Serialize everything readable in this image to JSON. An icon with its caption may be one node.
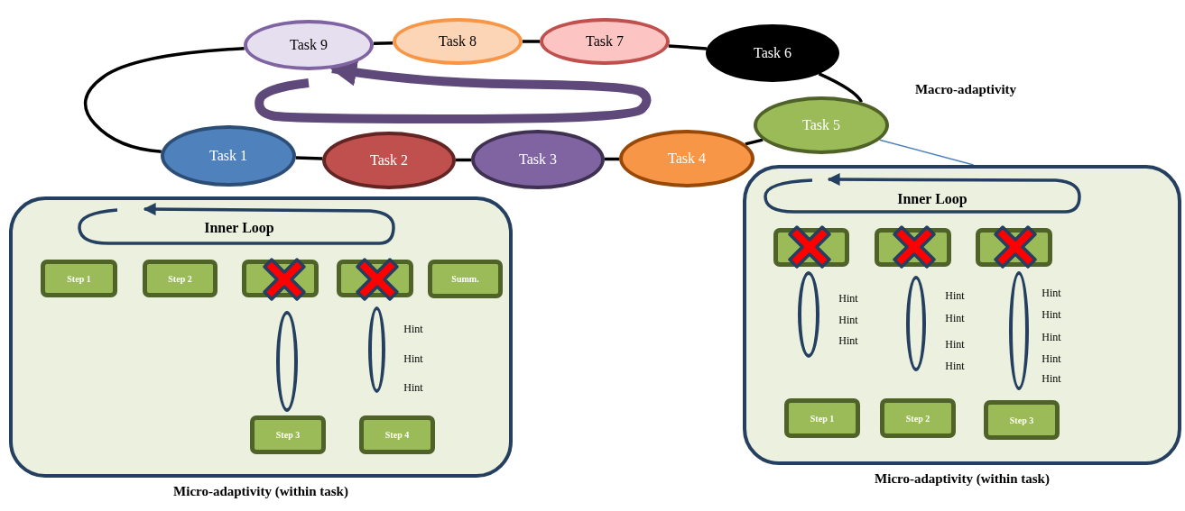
{
  "diagram": {
    "nodes": [
      {
        "text": [
          "Task 1"
        ]
      },
      {
        "text": [
          "Task 2"
        ]
      },
      {
        "text": [
          "Task 3"
        ]
      },
      {
        "text": [
          "Task 4"
        ]
      },
      {
        "text": [
          "Task 5"
        ]
      },
      {
        "text": [
          "Task 6"
        ]
      },
      {
        "text": [
          "Task 7"
        ]
      },
      {
        "text": [
          "Task 8"
        ]
      },
      {
        "text": [
          "Task 9"
        ]
      },
      {
        "text": [
          "Micro-adaptivity (within task)"
        ]
      },
      {
        "text": [
          "Step 1"
        ],
        "in": 9
      },
      {
        "text": [
          "Step 2"
        ],
        "in": 9
      },
      {
        "text": [],
        "shape": "box",
        "in": 9
      },
      {
        "text": [],
        "shape": "box",
        "in": 9
      },
      {
        "text": [
          "Summ."
        ],
        "in": 9
      },
      {
        "text": [
          "Step 3"
        ],
        "in": 9
      },
      {
        "text": [
          "Step 4"
        ],
        "in": 9
      },
      {
        "text": [
          "Micro-adaptivity (within task)"
        ]
      },
      {
        "text": [],
        "shape": "box",
        "in": 17
      },
      {
        "text": [],
        "shape": "box",
        "in": 17
      },
      {
        "text": [],
        "shape": "box",
        "in": 17
      },
      {
        "text": [
          "Step 1"
        ],
        "in": 17
      },
      {
        "text": [
          "Step 2"
        ],
        "in": 17
      },
      {
        "text": [
          "Step 3"
        ],
        "in": 17
      },
      {
        "text": [],
        "shape": "ellipse",
        "in": 9
      },
      {
        "text": [],
        "shape": "ellipse",
        "in": 9,
        "beside": [
          "Hint",
          "Hint",
          "Hint"
        ]
      },
      {
        "text": [],
        "shape": "ellipse",
        "in": 17,
        "beside": [
          "Hint",
          "Hint",
          "Hint"
        ]
      },
      {
        "text": [],
        "shape": "ellipse",
        "in": 17,
        "beside": [
          "Hint",
          "Hint",
          "Hint",
          "Hint"
        ]
      },
      {
        "text": [],
        "shape": "ellipse",
        "in": 17,
        "beside": [
          "Hint",
          "Hint",
          "Hint",
          "Hint",
          "Hint"
        ]
      }
    ],
    "edges": [
      {
        "from": 0,
        "to": 1,
        "arrow": "none"
      },
      {
        "from": 1,
        "to": 2,
        "arrow": "none"
      },
      {
        "from": 2,
        "to": 3,
        "arrow": "none"
      },
      {
        "from": 3,
        "to": 4,
        "arrow": "none"
      },
      {
        "from": 4,
        "to": 5,
        "arrow": "none"
      },
      {
        "from": 5,
        "to": 6,
        "arrow": "none"
      },
      {
        "from": 6,
        "to": 7,
        "arrow": "none"
      },
      {
        "from": 7,
        "to": 8,
        "arrow": "none"
      },
      {
        "from": 8,
        "to": 0,
        "arrow": "none"
      },
      {
        "from": 4,
        "to": 17,
        "arrow": "none",
        "color": "#4f81bd"
      },
      {
        "from": null,
        "to": 8,
        "arrow": "to",
        "style": "thick",
        "color": "#5f497a"
      }
    ],
    "labels": [
      "Macro-adaptivity",
      "Inner Loop",
      "Inner Loop"
    ]
  }
}
